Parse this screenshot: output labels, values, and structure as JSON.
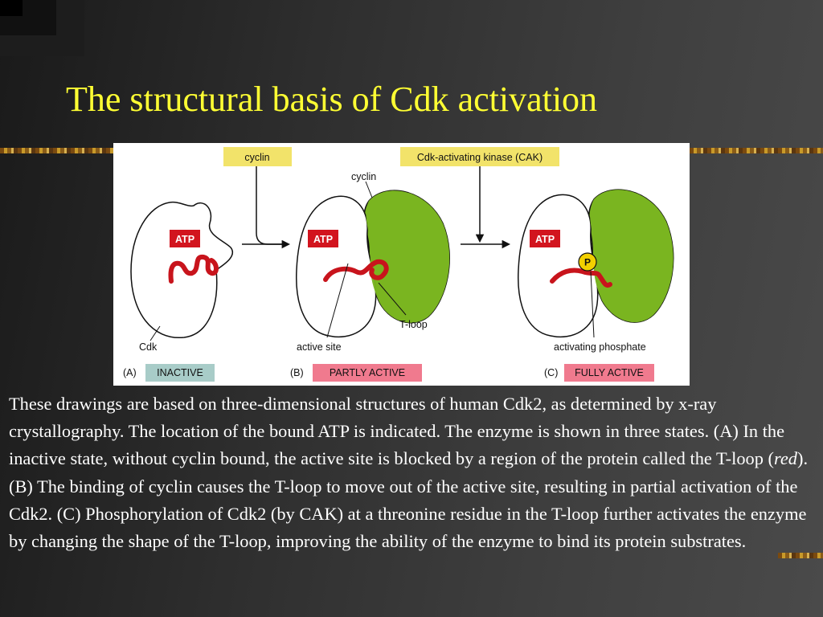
{
  "slide": {
    "title": "The structural basis of Cdk activation"
  },
  "figure": {
    "labels": {
      "cyclin_box": "cyclin",
      "cak_box": "Cdk-activating kinase (CAK)",
      "cyclin": "cyclin",
      "atp": "ATP",
      "p": "P",
      "t_loop": "T-loop",
      "cdk": "Cdk",
      "active_site": "active site",
      "activating_phosphate": "activating phosphate"
    },
    "panels": [
      {
        "letter": "(A)",
        "state": "INACTIVE"
      },
      {
        "letter": "(B)",
        "state": "PARTLY ACTIVE"
      },
      {
        "letter": "(C)",
        "state": "FULLY ACTIVE"
      }
    ],
    "colors": {
      "cyclin_fill": "#7ab520",
      "atp_fill": "#d2141e",
      "t_loop": "#c8141c",
      "label_box": "#f2e36a",
      "inactive_badge": "#a8ccc8",
      "active_badge": "#f07a8e",
      "phosphate": "#f2d000"
    }
  },
  "caption": {
    "part1": "These drawings are based on three-dimensional structures of human Cdk2, as determined by x-ray crystallography. The location of the bound ATP is indicated. The enzyme is shown in three states. (A) In the inactive state, without cyclin bound, the active site is blocked by a region of the protein called the T-loop (",
    "italic": "red",
    "part2": "). (B) The binding of cyclin causes the T-loop to move out of the active site, resulting in partial activation of the Cdk2. (C) Phosphorylation of Cdk2 (by CAK) at a threonine residue in the T-loop further activates the enzyme by changing the shape of the T-loop, improving the ability of the enzyme to bind its protein substrates."
  }
}
